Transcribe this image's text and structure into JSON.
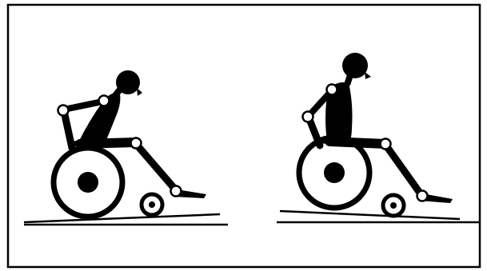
{
  "colors": {
    "ink": "#000000",
    "paper": "#ffffff",
    "frame": "#000000"
  },
  "figures": [
    {
      "pose": "leaning-forward",
      "joint_markers": 4
    },
    {
      "pose": "upright",
      "joint_markers": 4
    }
  ]
}
